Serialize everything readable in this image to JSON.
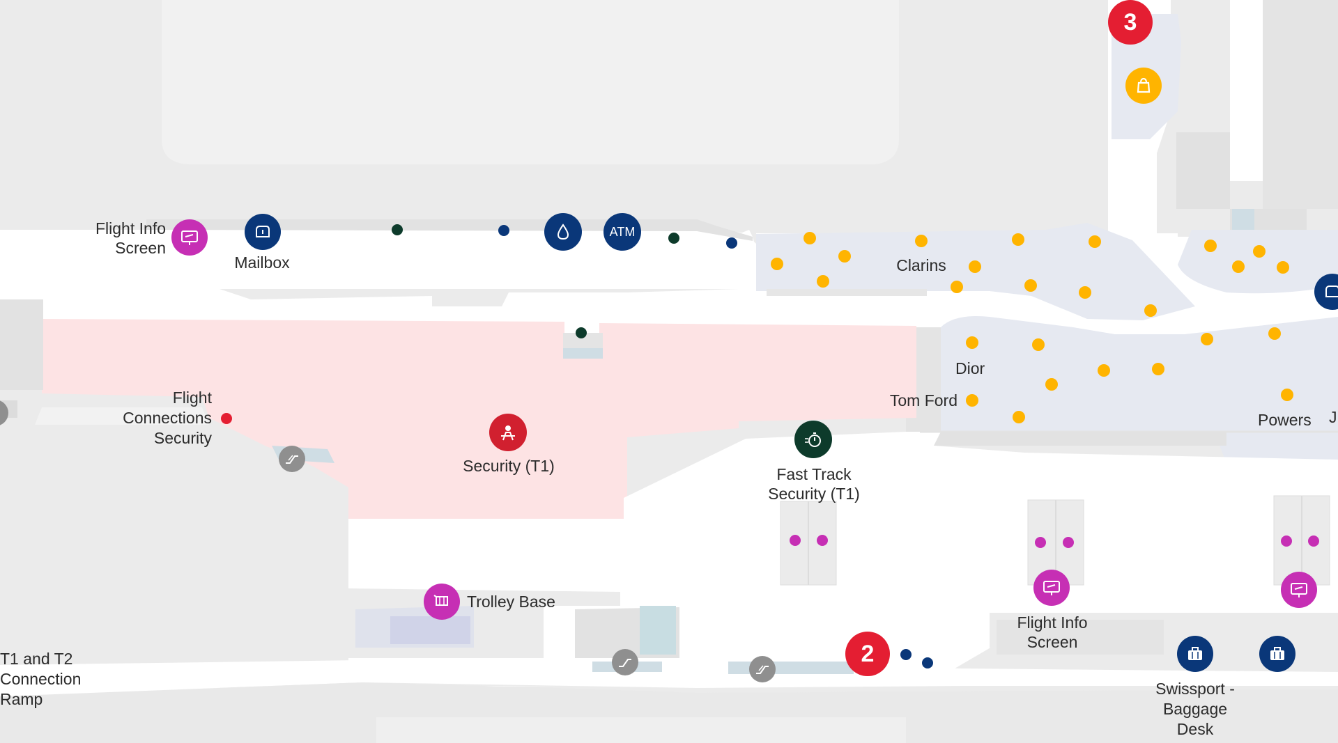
{
  "colors": {
    "background": "#ebebeb",
    "corridor": "#ffffff",
    "shop_zone": "#e6e9f1",
    "security_zone": "#fde3e4",
    "purple_poi": "#c62fb4",
    "navy_poi": "#0a3779",
    "green_poi": "#0d3b2b",
    "red_poi": "#d1202f",
    "shop_dot": "#ffb400",
    "level_badge": "#e41e32"
  },
  "labels": {
    "flight_info_screen_1": "Flight Info\nScreen",
    "mailbox": "Mailbox",
    "clarins": "Clarins",
    "dior": "Dior",
    "tom_ford": "Tom Ford",
    "powers": "Powers",
    "cut_off_shop": "J",
    "flight_connections_security": "Flight\nConnections\nSecurity",
    "security_t1": "Security (T1)",
    "fast_track_security": "Fast Track\nSecurity (T1)",
    "trolley_base": "Trolley Base",
    "flight_info_screen_2": "Flight Info\nScreen",
    "t1_t2_connection_ramp": "T1 and T2\nConnection\nRamp",
    "swissport_baggage_desk": "Swissport -\nBaggage\nDesk"
  },
  "badges": {
    "level_3": "3",
    "level_2": "2"
  },
  "poi_text": {
    "atm": "ATM"
  },
  "icons": {
    "flight_info_screen_1": "flight-info-screen-icon",
    "mailbox": "mailbox-icon",
    "water": "water-drop-icon",
    "atm": "atm-icon",
    "security": "security-officer-icon",
    "fast_track": "stopwatch-icon",
    "trolley": "trolley-icon",
    "escalator": "escalator-icon",
    "shopping": "shopping-bag-icon",
    "baggage": "luggage-icon"
  }
}
